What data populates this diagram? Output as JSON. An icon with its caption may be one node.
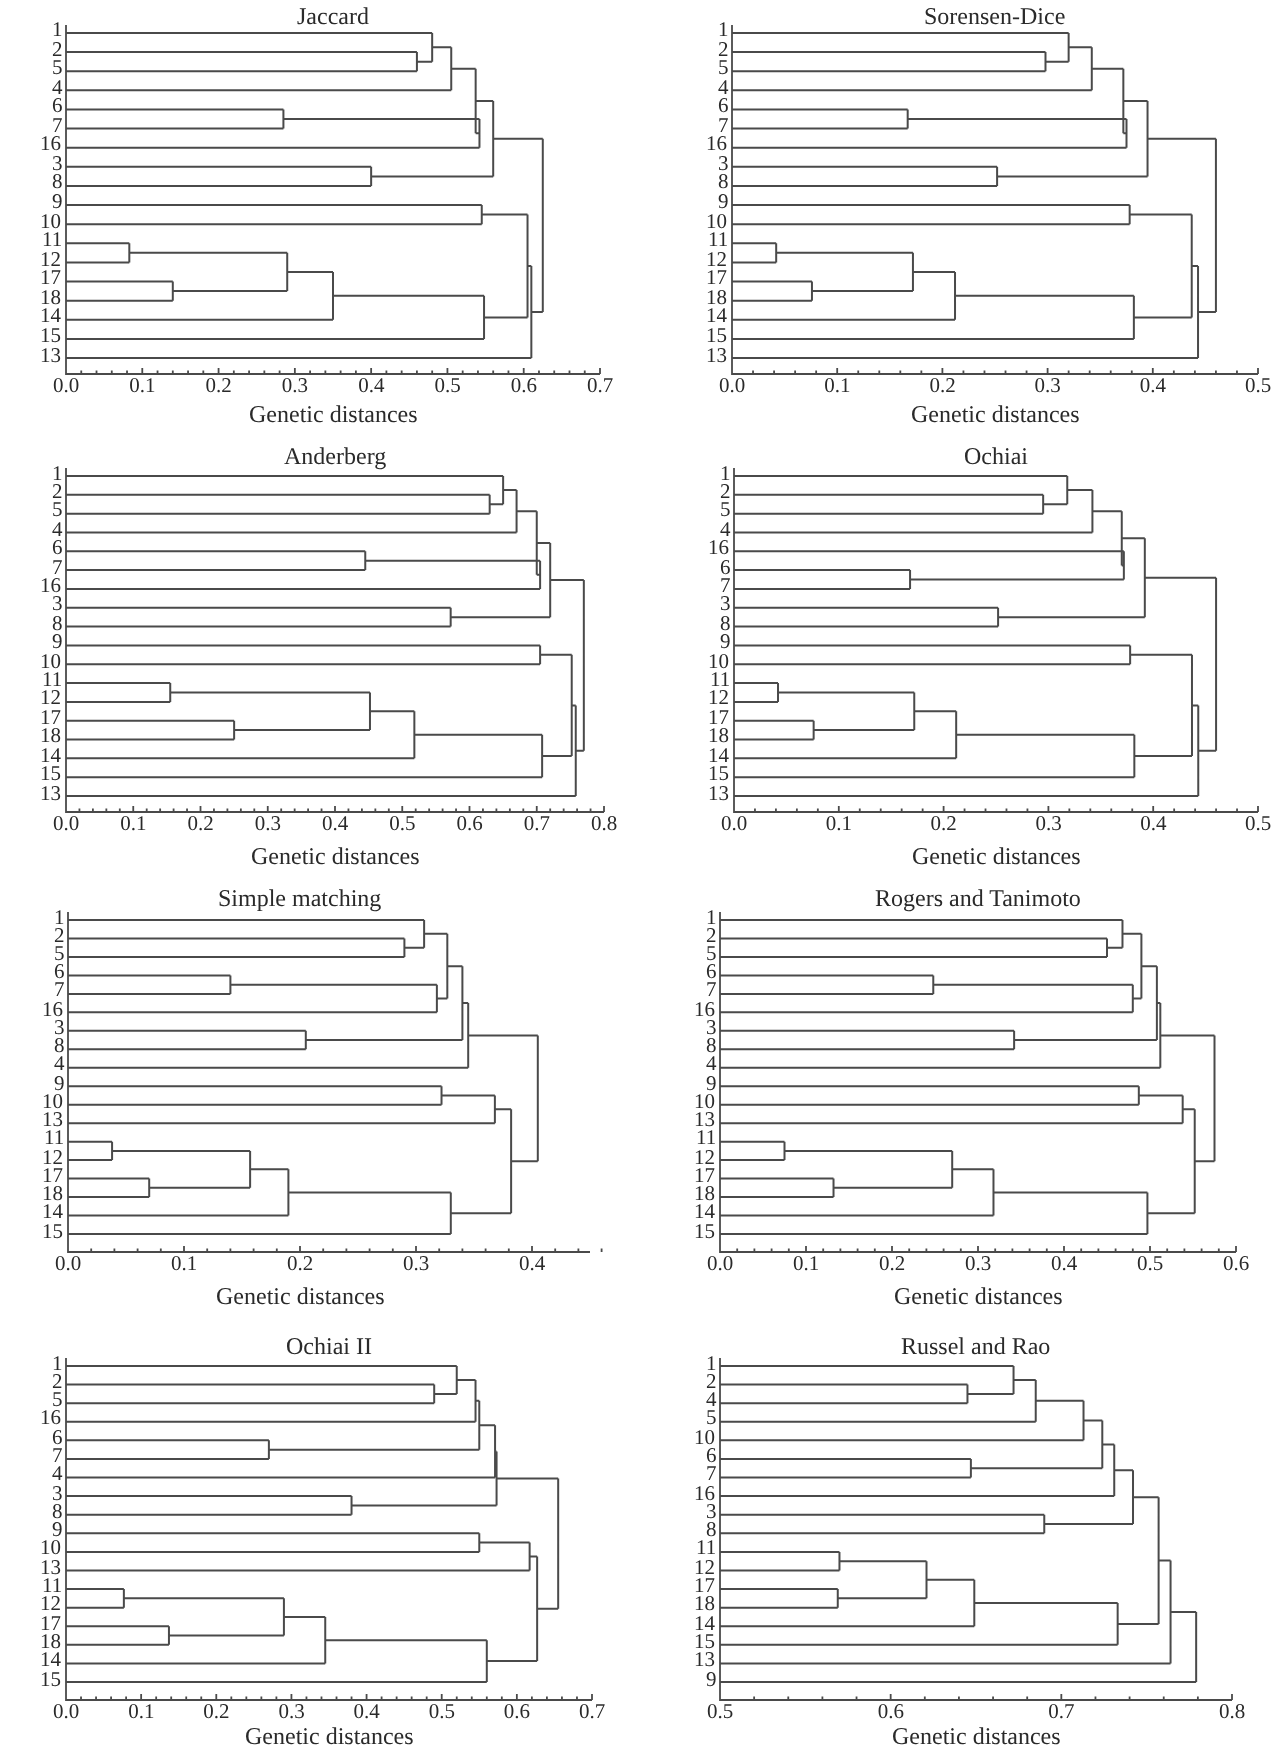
{
  "diagram": {
    "labels": [
      "Jaccard",
      "1",
      "2",
      "5",
      "4",
      "6",
      "7",
      "16",
      "3",
      "8",
      "9",
      "10",
      "11",
      "12",
      "17",
      "18",
      "14",
      "15",
      "13",
      "0.0",
      "0.1",
      "0.2",
      "0.3",
      "0.4",
      "0.5",
      "0.6",
      "0.7",
      "Genetic distances",
      "Sorensen-Dice",
      "1",
      "2",
      "5",
      "4",
      "6",
      "7",
      "16",
      "3",
      "8",
      "9",
      "10",
      "11",
      "12",
      "17",
      "18",
      "14",
      "15",
      "13",
      "0.0",
      "0.1",
      "0.2",
      "0.3",
      "0.4",
      "0.5",
      "Genetic distances",
      "Anderberg",
      "1",
      "2",
      "5",
      "4",
      "6",
      "7",
      "16",
      "3",
      "8",
      "9",
      "10",
      "11",
      "12",
      "17",
      "18",
      "14",
      "15",
      "13",
      "0.0",
      "0.1",
      "0.2",
      "0.3",
      "0.4",
      "0.5",
      "0.6",
      "0.7",
      "0.8",
      "Genetic distances",
      "Ochiai",
      "1",
      "2",
      "5",
      "4",
      "16",
      "6",
      "7",
      "3",
      "8",
      "9",
      "10",
      "11",
      "12",
      "17",
      "18",
      "14",
      "15",
      "13",
      "0.0",
      "0.1",
      "0.2",
      "0.3",
      "0.4",
      "0.5",
      "Genetic distances",
      "Simple matching",
      "1",
      "2",
      "5",
      "6",
      "7",
      "16",
      "3",
      "8",
      "4",
      "9",
      "10",
      "13",
      "11",
      "12",
      "17",
      "18",
      "14",
      "15",
      "0.0",
      "0.1",
      "0.2",
      "0.3",
      "0.4",
      "Genetic distances",
      "Rogers and Tanimoto",
      "1",
      "2",
      "5",
      "6",
      "7",
      "16",
      "3",
      "8",
      "4",
      "9",
      "10",
      "13",
      "11",
      "12",
      "17",
      "18",
      "14",
      "15",
      "0.0",
      "0.1",
      "0.2",
      "0.3",
      "0.4",
      "0.5",
      "0.6",
      "Genetic distances",
      "Ochiai II",
      "1",
      "2",
      "5",
      "16",
      "6",
      "7",
      "4",
      "3",
      "8",
      "9",
      "10",
      "13",
      "11",
      "12",
      "17",
      "18",
      "14",
      "15",
      "0.0",
      "0.1",
      "0.2",
      "0.3",
      "0.4",
      "0.5",
      "0.6",
      "0.7",
      "Genetic distances",
      "Russel and Rao",
      "1",
      "2",
      "4",
      "5",
      "10",
      "6",
      "7",
      "16",
      "3",
      "8",
      "11",
      "12",
      "17",
      "18",
      "14",
      "15",
      "13",
      "9",
      "0.5",
      "0.6",
      "0.7",
      "0.8",
      "Genetic distances"
    ]
  }
}
